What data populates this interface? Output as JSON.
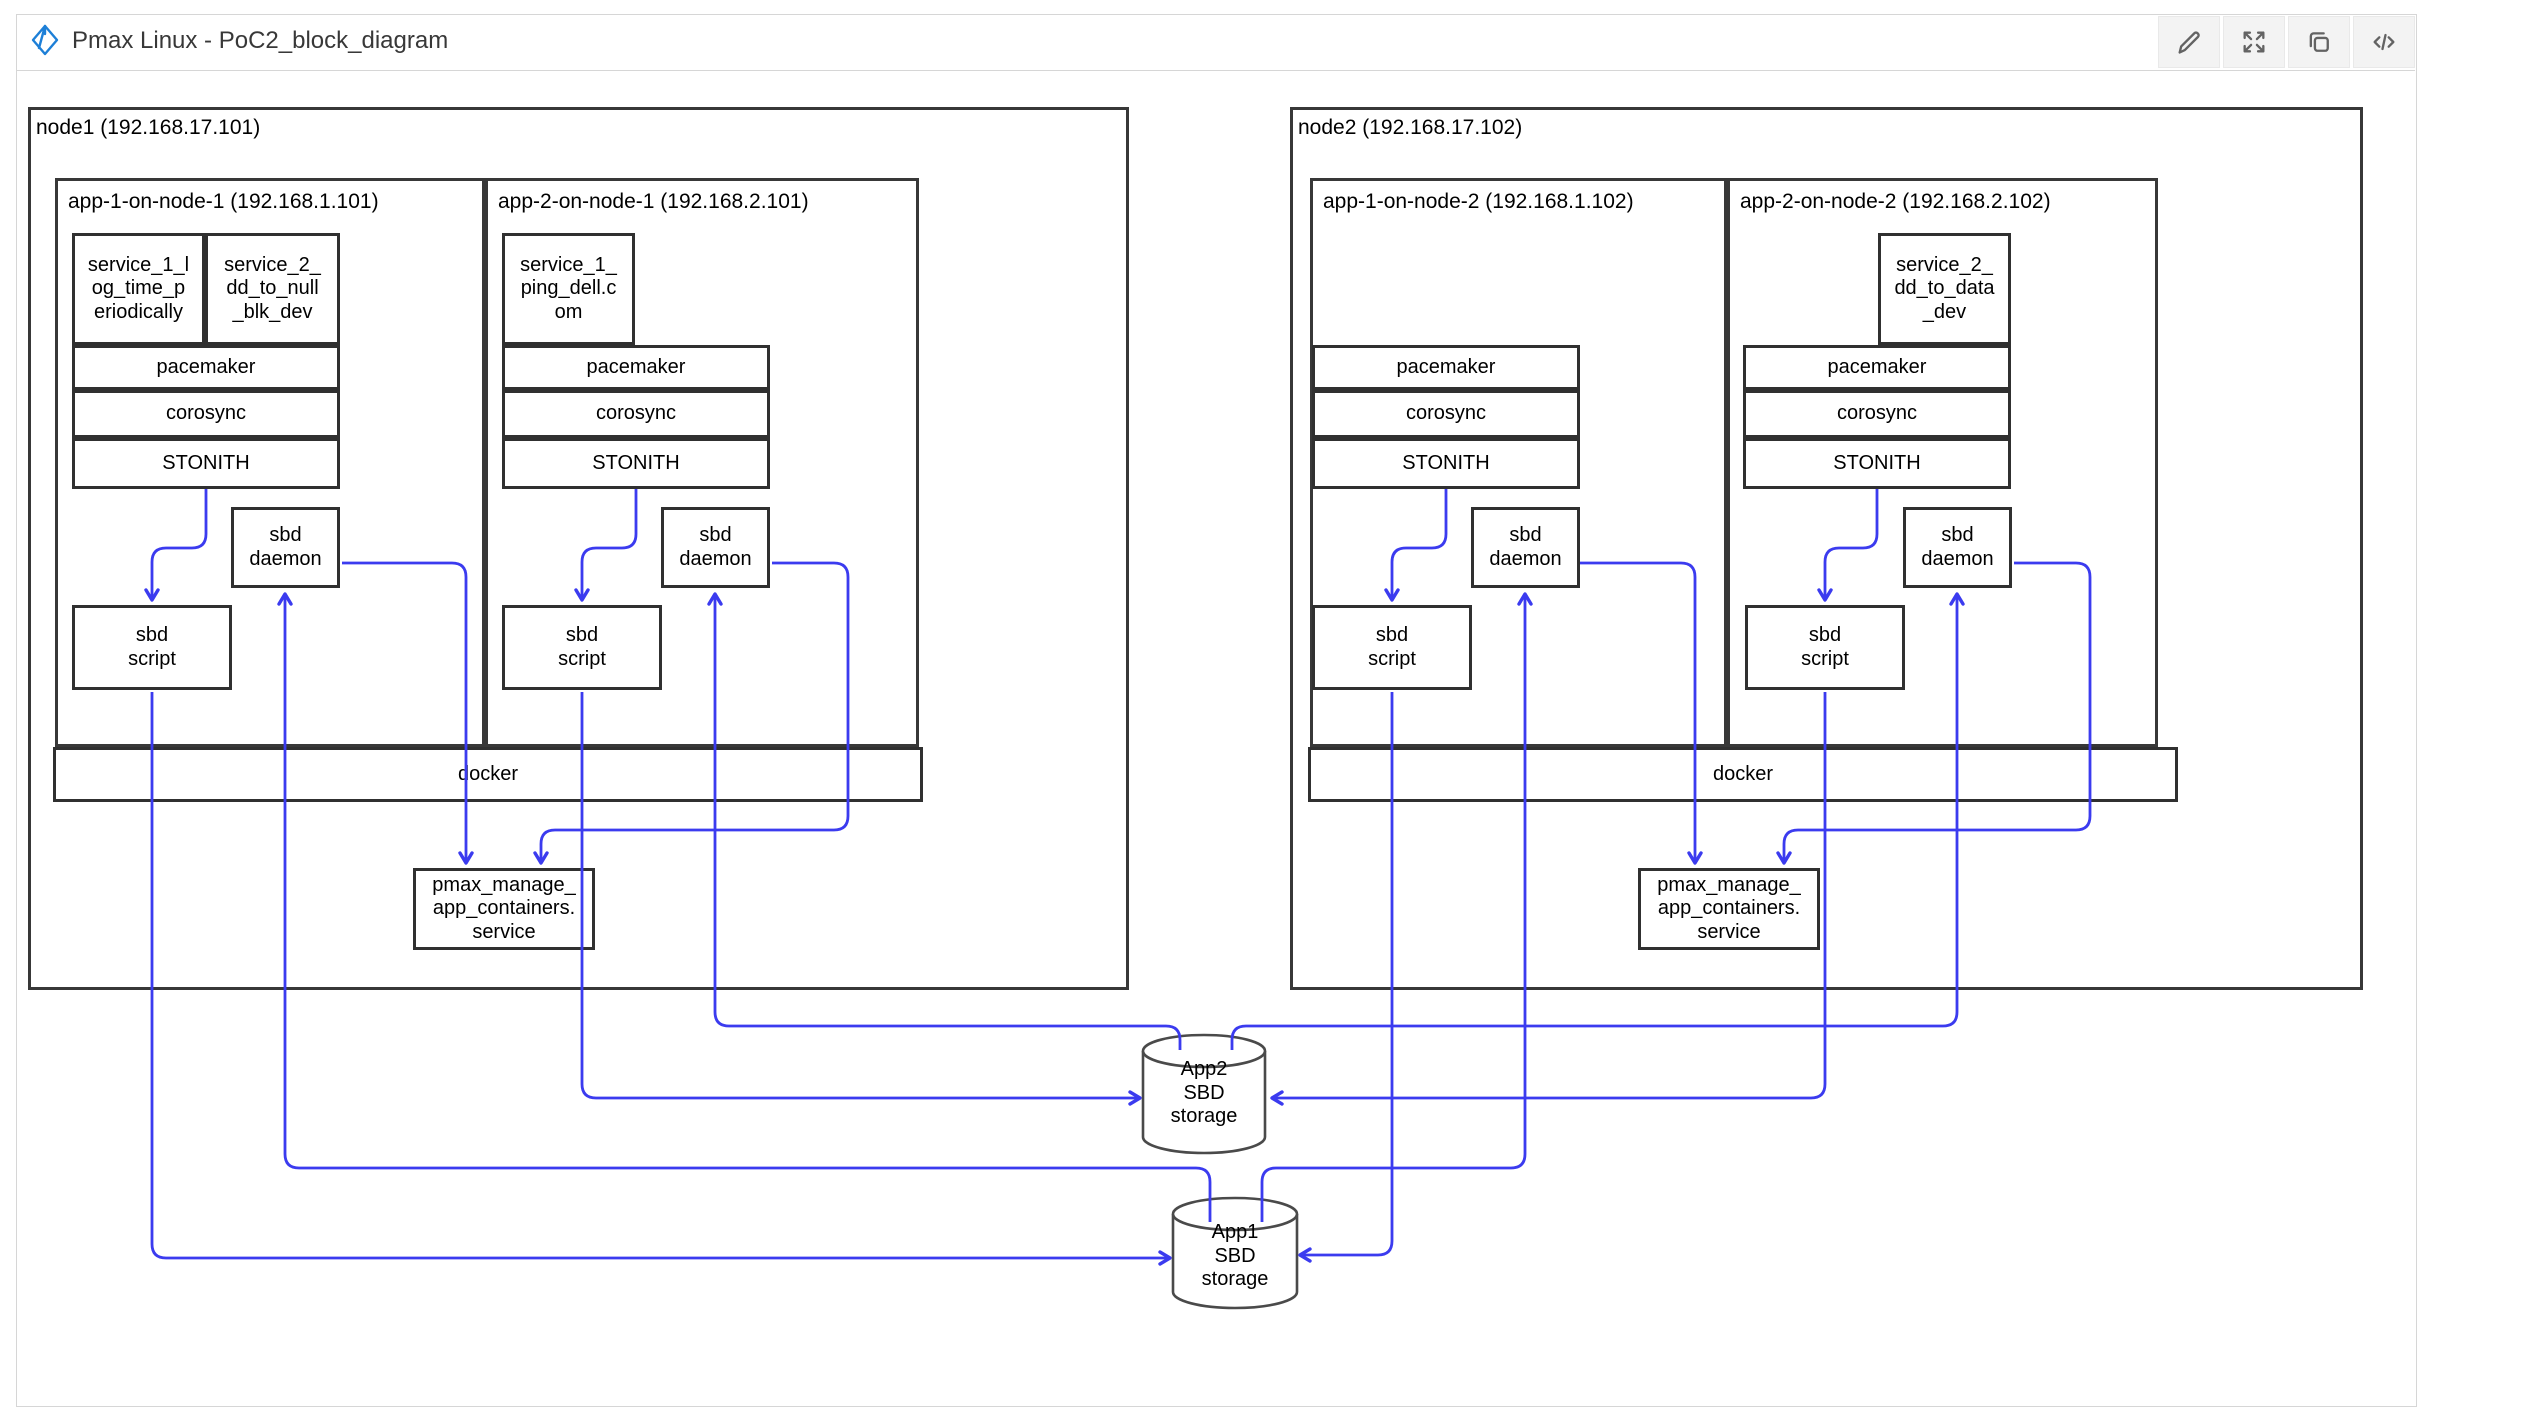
{
  "header": {
    "title": "Pmax Linux - PoC2_block_diagram",
    "logo_icon": "drawio-logo-icon",
    "toolbar_icons": [
      "pencil-icon",
      "expand-icon",
      "copy-icon",
      "code-icon"
    ]
  },
  "diagram": {
    "colors": {
      "edge_blue": "#3b3bef",
      "box_border": "#303030"
    },
    "nodes": [
      {
        "title": "node1 (192.168.17.101)",
        "docker_label": "docker",
        "pmax_service_label": "pmax_manage_\napp_containers.\nservice",
        "apps": [
          {
            "title": "app-1-on-node-1 (192.168.1.101)",
            "services": [
              "service_1_l\nog_time_p\neriodically",
              "service_2_\ndd_to_null\n_blk_dev"
            ],
            "layers": [
              "pacemaker",
              "corosync",
              "STONITH"
            ],
            "sbd_daemon_label": "sbd\ndaemon",
            "sbd_script_label": "sbd\nscript"
          },
          {
            "title": "app-2-on-node-1 (192.168.2.101)",
            "services": [
              "service_1_\nping_dell.c\nom"
            ],
            "layers": [
              "pacemaker",
              "corosync",
              "STONITH"
            ],
            "sbd_daemon_label": "sbd\ndaemon",
            "sbd_script_label": "sbd\nscript"
          }
        ]
      },
      {
        "title": "node2 (192.168.17.102)",
        "docker_label": "docker",
        "pmax_service_label": "pmax_manage_\napp_containers.\nservice",
        "apps": [
          {
            "title": "app-1-on-node-2 (192.168.1.102)",
            "services": [],
            "layers": [
              "pacemaker",
              "corosync",
              "STONITH"
            ],
            "sbd_daemon_label": "sbd\ndaemon",
            "sbd_script_label": "sbd\nscript"
          },
          {
            "title": "app-2-on-node-2 (192.168.2.102)",
            "services": [
              "service_2_\ndd_to_data\n_dev"
            ],
            "layers": [
              "pacemaker",
              "corosync",
              "STONITH"
            ],
            "sbd_daemon_label": "sbd\ndaemon",
            "sbd_script_label": "sbd\nscript"
          }
        ]
      }
    ],
    "storages": [
      {
        "label": "App2\nSBD\nstorage"
      },
      {
        "label": "App1\nSBD\nstorage"
      }
    ]
  }
}
